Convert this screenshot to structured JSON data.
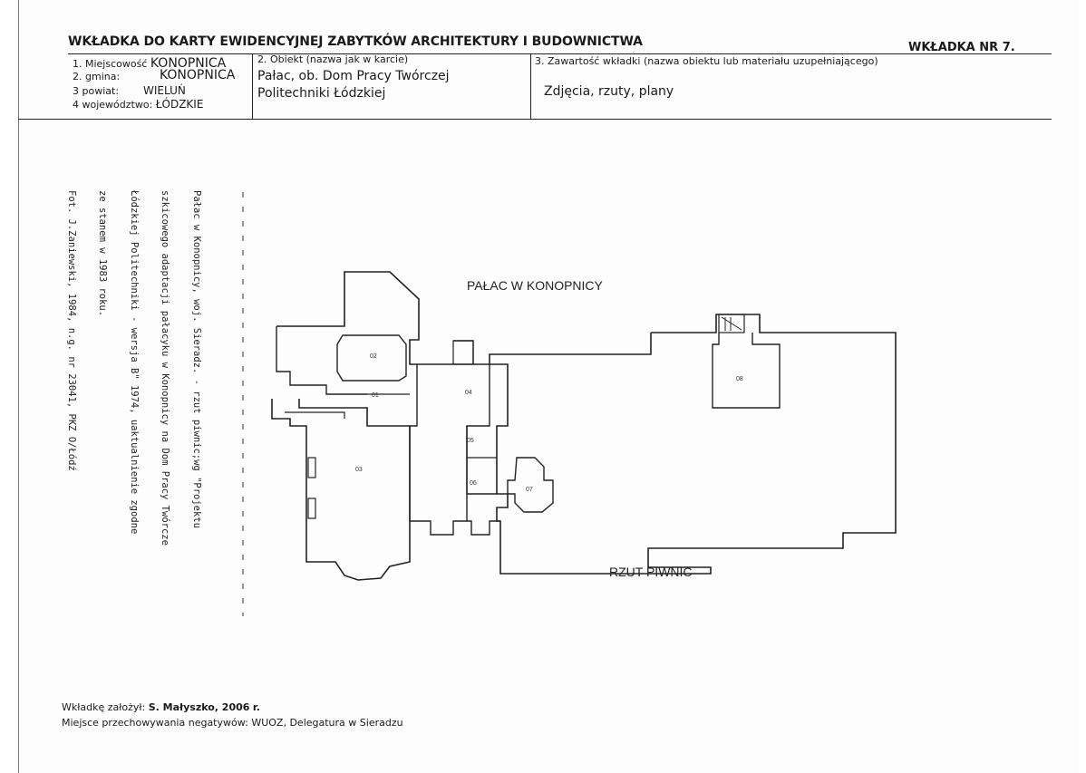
{
  "header": {
    "title": "WKŁADKA DO KARTY EWIDENCYJNEJ ZABYTKÓW ARCHITEKTURY I BUDOWNICTWA",
    "insert_label": "WKŁADKA NR",
    "insert_number": "7."
  },
  "location": {
    "miejscowosc_label": "1. Miejscowość",
    "miejscowosc_value": "KONOPNICA",
    "gmina_label": "2. gmina:",
    "gmina_value": "KONOPNICA",
    "powiat_label": "3 powiat:",
    "powiat_value": "WIELUŃ",
    "wojewodztwo_label": "4 województwo:",
    "wojewodztwo_value": "ŁÓDZKIE"
  },
  "object": {
    "label": "2. Obiekt (nazwa jak w karcie)",
    "line1": "Pałac, ob. Dom Pracy Twórczej",
    "line2": "Politechniki Łódzkiej"
  },
  "contents": {
    "label": "3. Zawartość wkładki (nazwa obiektu lub materiału uzupełniającego)",
    "value": "Zdjęcia, rzuty, plany"
  },
  "photo_caption": {
    "lines": [
      "Pałac w Konopnicy, woj. Sieradz. - rzut piwnic;wg \"Projektu",
      "szkicowego adaptacji pałacyku w Konopnicy na Dom Pracy Twórcze",
      "Łódzkiej Politechniki - wersja B\" 1974, uaktualnienie zgodne",
      "ze stanem w 1983 roku.",
      "Fot. J.Zaniewski, 1984, n.g. nr 23041, PKZ O/Łódź"
    ]
  },
  "plan": {
    "title": "PAŁAC  W  KONOPNICY",
    "subtitle": "RZUT  PIWNIC",
    "rooms": [
      "01",
      "02",
      "03",
      "04",
      "05",
      "06",
      "07",
      "08"
    ]
  },
  "footer": {
    "founded_label": "Wkładkę założył:",
    "founded_value": "S. Małyszko, 2006",
    "founded_suffix": "r.",
    "storage_label": "Miejsce przechowywania negatywów:",
    "storage_value": "WUOZ, Delegatura w  Sieradzu"
  }
}
